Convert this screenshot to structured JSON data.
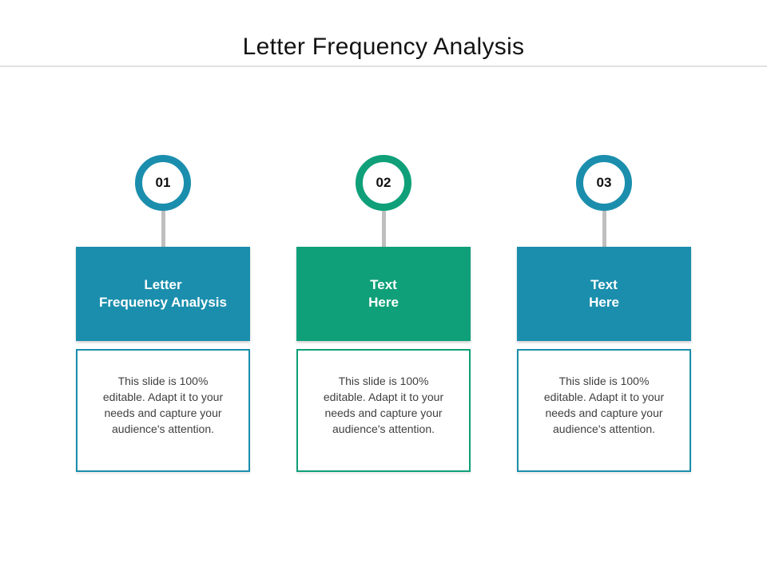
{
  "slide": {
    "title": "Letter Frequency Analysis",
    "background_color": "#FFFFFF",
    "divider_color": "#E2E2E2"
  },
  "colors": {
    "teal": "#1B8EAD",
    "green": "#0FA079",
    "connector_gray": "#BFBFBF",
    "body_text": "#3F3F3F",
    "title_text": "#131313"
  },
  "columns": [
    {
      "number": "01",
      "accent_color": "#1B8EAD",
      "header": "Letter\nFrequency Analysis",
      "description": "This slide is 100%\neditable. Adapt it to your\nneeds and capture your\naudience's attention."
    },
    {
      "number": "02",
      "accent_color": "#0FA079",
      "header": "Text\nHere",
      "description": "This slide is 100%\neditable. Adapt it to your\nneeds and capture your\naudience's attention."
    },
    {
      "number": "03",
      "accent_color": "#1B8EAD",
      "header": "Text\nHere",
      "description": "This slide is 100%\neditable. Adapt it to your\nneeds and capture your\naudience's attention."
    }
  ]
}
